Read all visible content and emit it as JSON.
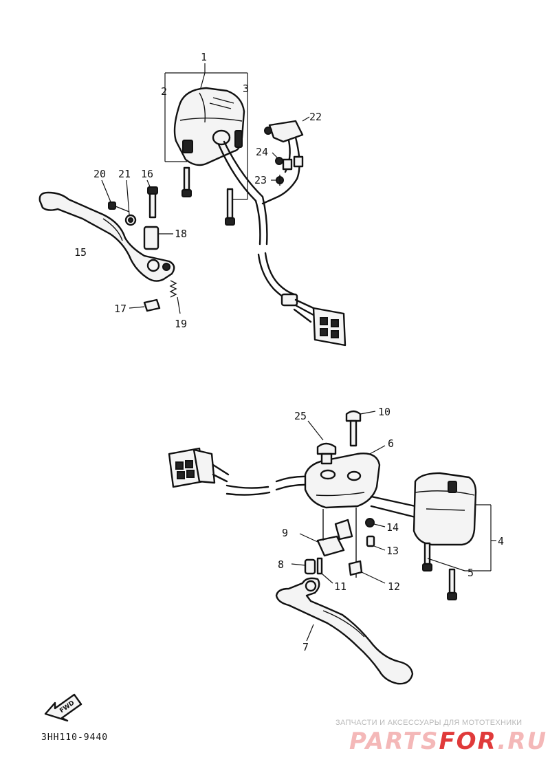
{
  "diagram": {
    "callouts": {
      "c1": "1",
      "c2": "2",
      "c3": "3",
      "c4": "4",
      "c5": "5",
      "c6": "6",
      "c7": "7",
      "c8": "8",
      "c9": "9",
      "c10": "10",
      "c11": "11",
      "c12": "12",
      "c13": "13",
      "c14": "14",
      "c15": "15",
      "c16": "16",
      "c17": "17",
      "c18": "18",
      "c19": "19",
      "c20": "20",
      "c21": "21",
      "c22": "22",
      "c23": "23",
      "c24": "24",
      "c25": "25"
    },
    "forward_badge": "FWD",
    "diagram_code": "3HH110-9440"
  },
  "watermark": {
    "tagline": "ЗАПЧАСТИ И АКСЕССУАРЫ ДЛЯ МОТОТЕХНИКИ",
    "logo_part1": "PARTS",
    "logo_part2": "FOR",
    "logo_part3": ".RU",
    "color_light": "#f4b8b8",
    "color_dark": "#e03a3a"
  }
}
